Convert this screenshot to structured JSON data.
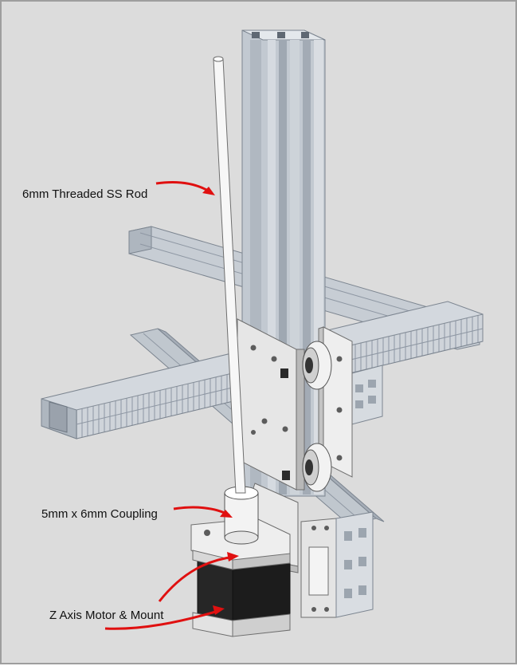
{
  "annotations": {
    "rod": "6mm Threaded SS Rod",
    "coupling": "5mm x 6mm Coupling",
    "motor": "Z Axis Motor & Mount"
  },
  "colors": {
    "background": "#dcdcdc",
    "frame_border": "#9e9e9e",
    "extrusion_light": "#d3d8de",
    "extrusion_mid": "#b5bcc6",
    "extrusion_dark": "#8e97a3",
    "plate": "#e6e6e6",
    "rod": "#f7f7f7",
    "motor_body": "#262626",
    "arrow": "#e01010",
    "label_text": "#111111"
  },
  "icons": {
    "arrow": "red-curved-arrow"
  }
}
